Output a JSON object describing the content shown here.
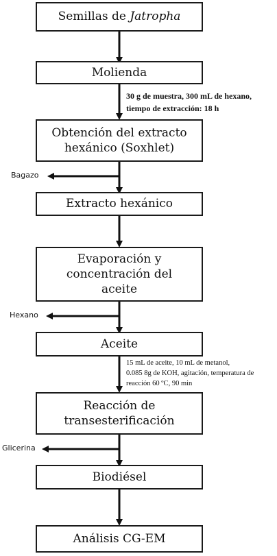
{
  "boxes": {
    "seeds": {
      "prefix": "Semillas de ",
      "italic": "Jatropha"
    },
    "milling": "Molienda",
    "extraction": {
      "line1": "Obtención del extracto",
      "line2": "hexánico  (Soxhlet)"
    },
    "hexane_extract": "Extracto hexánico",
    "evaporation": {
      "line1": "Evaporación y",
      "line2": "concentración  del",
      "line3": "aceite"
    },
    "oil": "Aceite",
    "transesterification": {
      "line1": "Reacción de",
      "line2": "transesterificación"
    },
    "biodiesel": "Biodiésel",
    "analysis": "Análisis CG-EM"
  },
  "notes": {
    "extraction_conditions": {
      "line1": "30 g de muestra, 300 mL de hexano,",
      "line2": "tiempo de extracción: 18 h"
    },
    "reaction_conditions": {
      "line1": "15 mL de aceite, 10 mL de metanol,",
      "line2": "0.085 8g de KOH, agitación, temperatura  de",
      "line3": "reacción 60 ºC, 90 min"
    }
  },
  "byproducts": {
    "bagasse": "Bagazo",
    "hexane": "Hexano",
    "glycerin": "Glicerina"
  }
}
